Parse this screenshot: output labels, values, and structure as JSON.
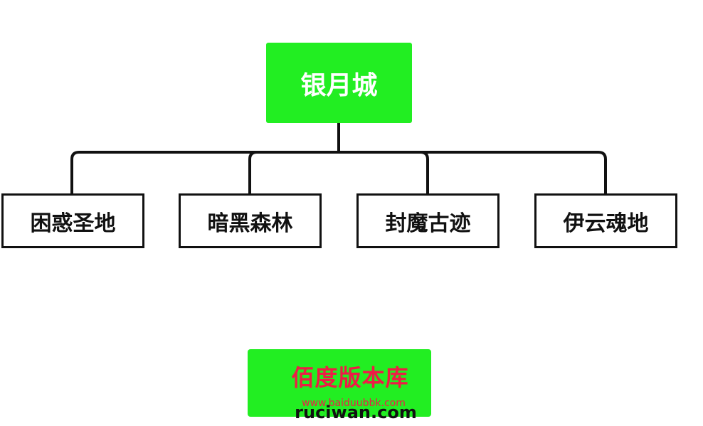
{
  "root": {
    "label": "银月城",
    "color": "#22ee22"
  },
  "children": [
    {
      "label": "困惑圣地"
    },
    {
      "label": "暗黑森林"
    },
    {
      "label": "封魔古迹"
    },
    {
      "label": "伊云魂地"
    }
  ],
  "watermark": {
    "title": "佰度版本库",
    "url1": "www.baiduubbk.com",
    "url2": "ruciwan.com"
  }
}
